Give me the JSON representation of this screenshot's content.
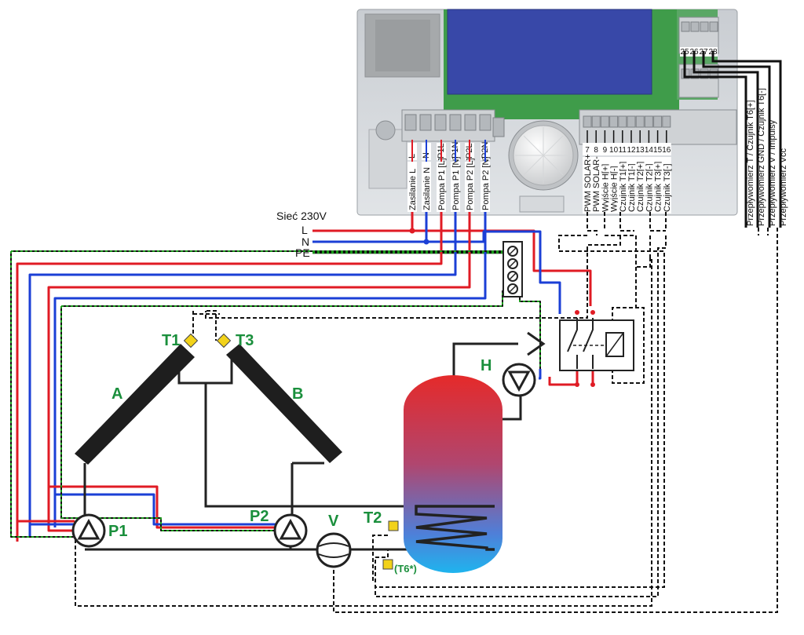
{
  "colors": {
    "live": "#e01b24",
    "neutral": "#1b3fd6",
    "earth": "#1a9a1a",
    "signal": "#111111",
    "label_green": "#1a8f3c",
    "sensor": "#f2d21a"
  },
  "mains": {
    "title": "Sieć 230V",
    "l": "L",
    "n": "N",
    "pe": "PE"
  },
  "power_terminals": [
    {
      "code": "L",
      "name": "Zasilanie L"
    },
    {
      "code": "N",
      "name": "Zasilanie N"
    },
    {
      "code": "P1L",
      "name": "Pompa P1 [L]"
    },
    {
      "code": "P1N",
      "name": "Pompa P1 [N]"
    },
    {
      "code": "P2L",
      "name": "Pompa P2 [L]"
    },
    {
      "code": "P2N",
      "name": "Pompa P2 [N]"
    }
  ],
  "signal_terminals": [
    {
      "num": "7",
      "name": "PWM SOLAR+"
    },
    {
      "num": "8",
      "name": "PWM SOLAR-"
    },
    {
      "num": "9",
      "name": "Wyjście H[+]"
    },
    {
      "num": "10",
      "name": "Wyjście H[-]"
    },
    {
      "num": "11",
      "name": "Czujnik T1[+]"
    },
    {
      "num": "12",
      "name": "Czujnik T1[-]"
    },
    {
      "num": "13",
      "name": "Czujnik T2[+]"
    },
    {
      "num": "14",
      "name": "Czujnik T2[-]"
    },
    {
      "num": "15",
      "name": "Czujnik T3[+]"
    },
    {
      "num": "16",
      "name": "Czujnik T3[-]"
    }
  ],
  "flow_terminals": [
    {
      "num": "25",
      "name": "Przepływomierz T / Czujnik T6[+]"
    },
    {
      "num": "26",
      "name": "Przepływomierz GND / Czujnik T6[-]"
    },
    {
      "num": "27",
      "name": "Przepływomierz V / Impulsy"
    },
    {
      "num": "28",
      "name": "Przepływomierz Vcc"
    }
  ],
  "components": {
    "collector_a": "A",
    "collector_b": "B",
    "sensor_t1": "T1",
    "sensor_t2": "T2",
    "sensor_t3": "T3",
    "sensor_t6": "(T6*)",
    "pump_p1": "P1",
    "pump_p2": "P2",
    "pump_h": "H",
    "flow_meter": "V"
  },
  "icons": {
    "pump": "pump-icon",
    "relay": "relay-icon",
    "flow_meter": "flow-meter-icon",
    "knob": "dial-knob-icon",
    "display": "lcd-display-icon",
    "pe_block": "earth-terminal-block-icon"
  }
}
